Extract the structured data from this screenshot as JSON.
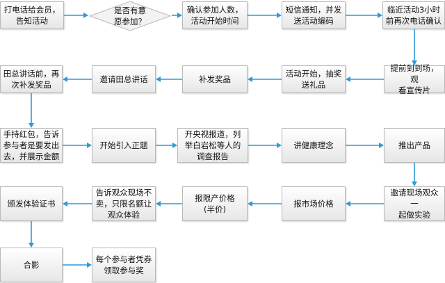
{
  "steps": {
    "s1": "打电话给会员，\n告知活动",
    "s2": "是否有意\n愿参加？",
    "s3": "确认参加人数，\n活动开始时间",
    "s4": "短信通知，并发\n送活动编码",
    "s5": "临近活动3小时\n前再次电话确认",
    "s6": "提前到到场，观\n看宣传片",
    "s7": "活动开始，抽奖\n送礼品",
    "s8": "补发奖品",
    "s9": "邀请田总讲话",
    "s10": "田总讲话前，再\n次补发奖品",
    "s11": "手持红包，告诉\n参与者是要发出\n去，并展示金额",
    "s12": "开始引入正题",
    "s13": "开央视报道，列\n举白岩松等人的\n调查报告",
    "s14": "讲健康理念",
    "s15": "推出产品",
    "s16": "邀请现场观众一\n起做实验",
    "s17": "报市场价格",
    "s18": "报限产价格\n(半价)",
    "s19": "告诉观众现场不\n卖，只限名额让\n观众体验",
    "s20": "颁发体验证书",
    "s21": "合影",
    "s22": "每个参与者凭券\n领取参与奖"
  },
  "colors": {
    "arrow": "#2e9ad6",
    "border": "#b9b9b9"
  }
}
